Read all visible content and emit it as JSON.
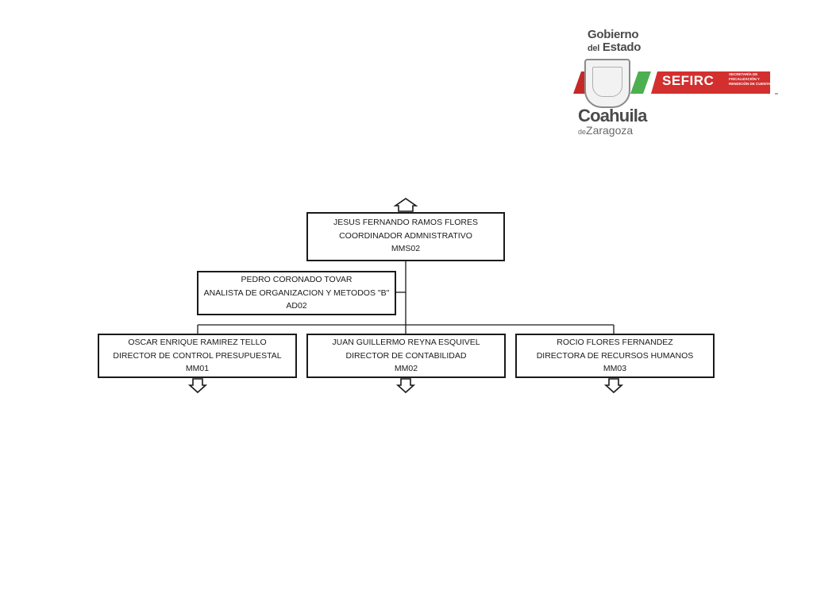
{
  "logo": {
    "line1": "Gobierno",
    "line2_small": "del",
    "line2": "Estado",
    "state": "Coahuila",
    "state_sub_small": "de",
    "state_sub": "Zaragoza",
    "agency": "SEFIRC",
    "agency_sub": "SECRETARÍA DE FISCALIZACIÓN Y RENDICIÓN DE CUENTAS",
    "colors": {
      "green": "#4caf50",
      "red": "#c62828",
      "gray": "#8a8a8a"
    }
  },
  "org": {
    "top": {
      "name": "JESUS FERNANDO RAMOS FLORES",
      "title": "COORDINADOR ADMNISTRATIVO",
      "code": "MMS02"
    },
    "staff": {
      "name": "PEDRO CORONADO TOVAR",
      "title": "ANALISTA DE ORGANIZACION Y METODOS \"B\"",
      "code": "AD02"
    },
    "subordinates": [
      {
        "name": "OSCAR ENRIQUE RAMIREZ TELLO",
        "title": "DIRECTOR DE CONTROL PRESUPUESTAL",
        "code": "MM01"
      },
      {
        "name": "JUAN GUILLERMO REYNA ESQUIVEL",
        "title": "DIRECTOR DE CONTABILIDAD",
        "code": "MM02"
      },
      {
        "name": "ROCIO FLORES FERNANDEZ",
        "title": "DIRECTORA DE RECURSOS HUMANOS",
        "code": "MM03"
      }
    ]
  }
}
